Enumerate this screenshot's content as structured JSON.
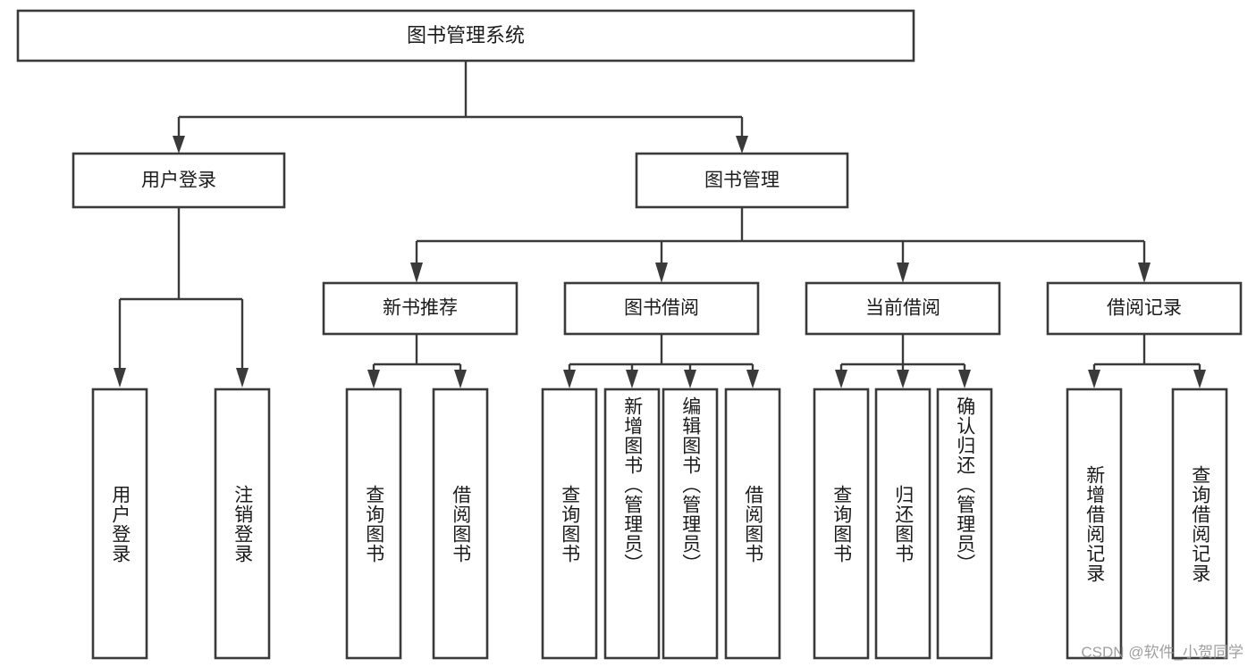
{
  "diagram": {
    "title": "图书管理系统",
    "watermark": "CSDN @软件_小贺同学",
    "colors": {
      "background": "#ffffff",
      "box_fill": "#ffffff",
      "box_stroke": "#3a3a3a",
      "text": "#1b1b1b",
      "watermark": "#9a9a9a"
    },
    "root": {
      "label": "图书管理系统"
    },
    "level1": [
      {
        "label": "用户登录"
      },
      {
        "label": "图书管理"
      }
    ],
    "level2": [
      {
        "label": "新书推荐"
      },
      {
        "label": "图书借阅"
      },
      {
        "label": "当前借阅"
      },
      {
        "label": "借阅记录"
      }
    ],
    "leaves": {
      "user_login": [
        {
          "label": "用户登录"
        },
        {
          "label": "注销登录"
        }
      ],
      "new_book_recommend": [
        {
          "label": "查询图书"
        },
        {
          "label": "借阅图书"
        }
      ],
      "book_borrow": [
        {
          "label": "查询图书"
        },
        {
          "label": "新增图书（管理员）"
        },
        {
          "label": "编辑图书（管理员）"
        },
        {
          "label": "借阅图书"
        }
      ],
      "current_borrow": [
        {
          "label": "查询图书"
        },
        {
          "label": "归还图书"
        },
        {
          "label": "确认归还（管理员）"
        }
      ],
      "borrow_record": [
        {
          "label": "新增借阅记录"
        },
        {
          "label": "查询借阅记录"
        }
      ]
    }
  }
}
